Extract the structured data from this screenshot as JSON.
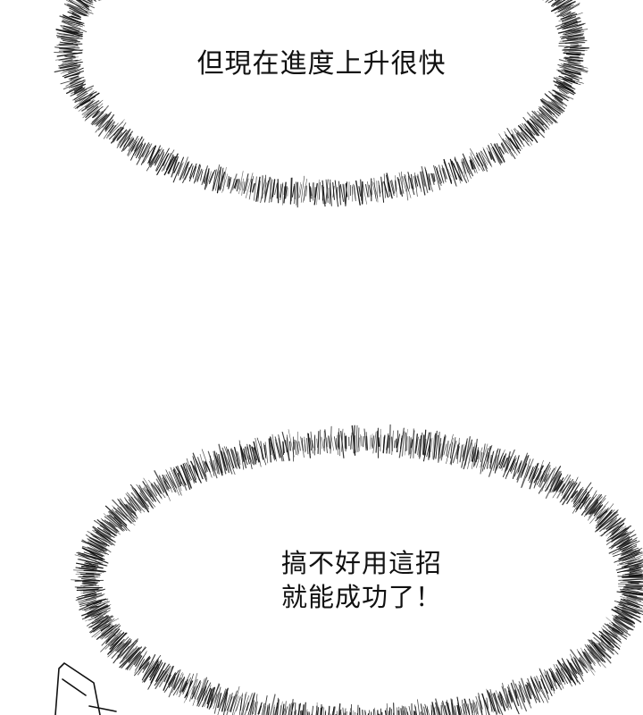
{
  "panel": {
    "background": "#ffffff",
    "ink": "#111111"
  },
  "bubbles": {
    "top": {
      "text": "但現在進度上升很快"
    },
    "bottom": {
      "lines": [
        "搞不好用這招",
        "就能成功了！"
      ]
    }
  }
}
